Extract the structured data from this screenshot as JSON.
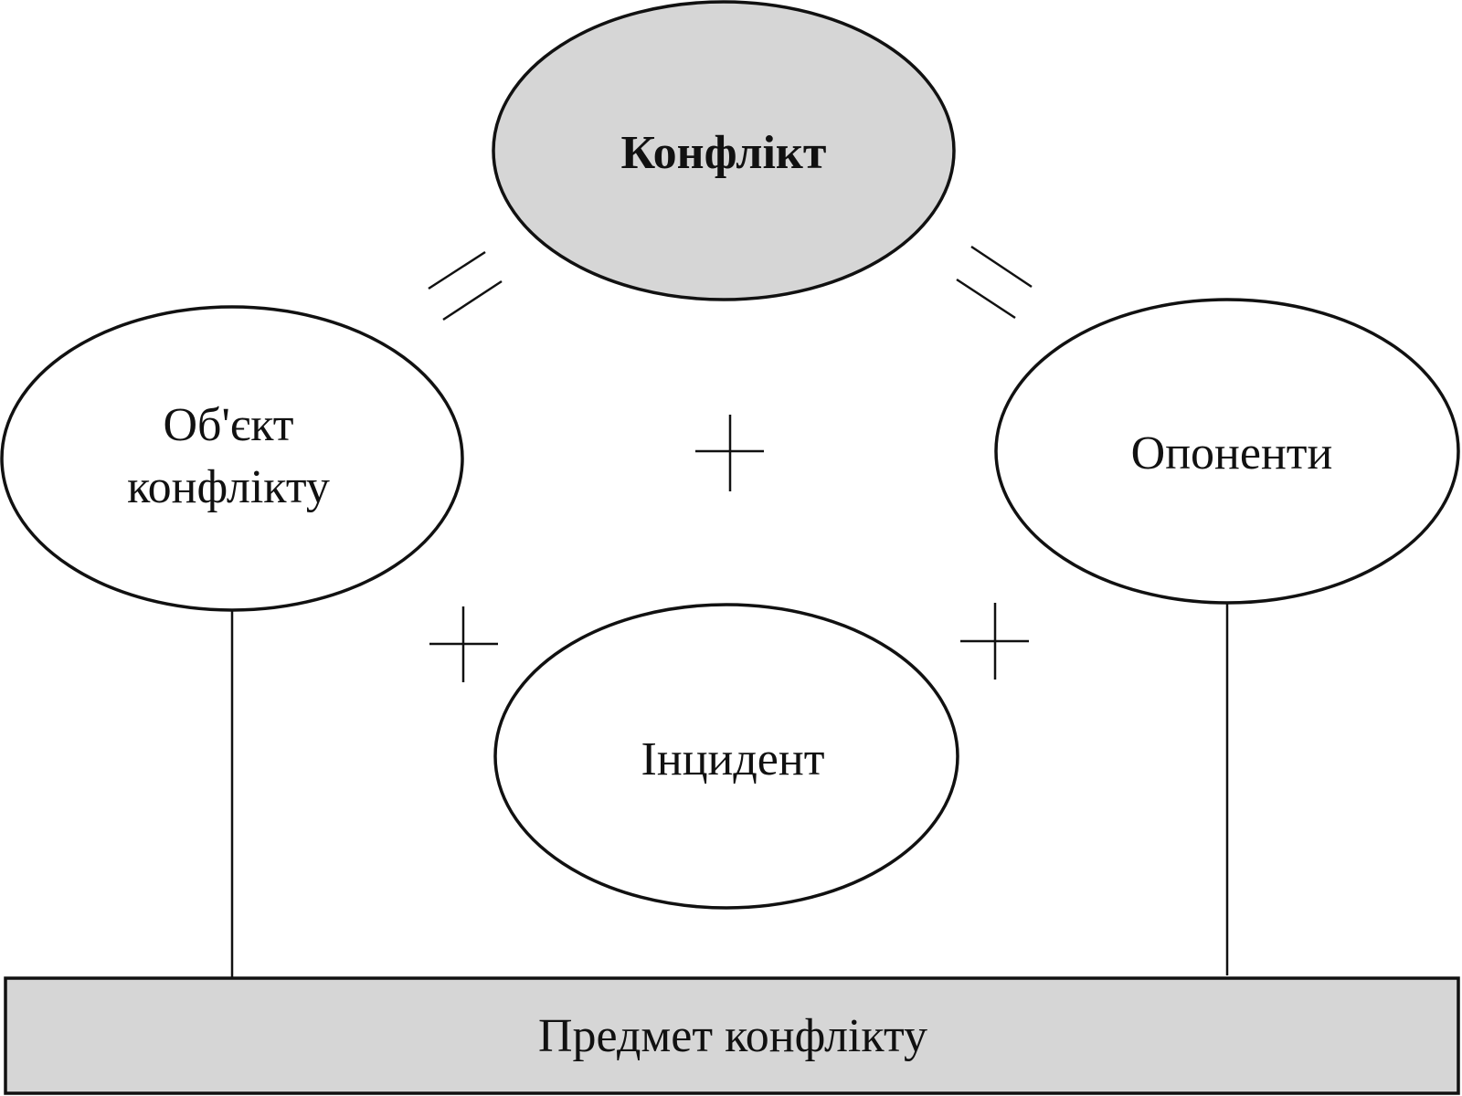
{
  "nodes": {
    "conflict": {
      "label": "Конфлікт"
    },
    "object": {
      "label_line1": "Об'єкт",
      "label_line2": "конфлікту"
    },
    "opponents": {
      "label": "Опоненти"
    },
    "incident": {
      "label": "Інцидент"
    },
    "subject": {
      "label": "Предмет конфлікту"
    }
  },
  "operators": {
    "equals": "=",
    "plus": "+"
  },
  "colors": {
    "shaded_fill": "#d6d6d6",
    "white_fill": "#ffffff",
    "line": "#111111"
  }
}
